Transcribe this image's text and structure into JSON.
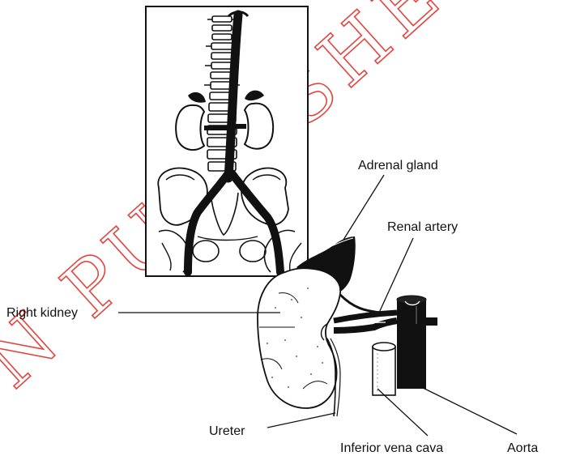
{
  "labels": {
    "adrenal_gland": "Adrenal gland",
    "renal_artery": "Renal artery",
    "right_kidney": "Right kidney",
    "ureter": "Ureter",
    "inferior_vena_cava": "Inferior vena cava",
    "aorta": "Aorta"
  },
  "watermark": {
    "text": "N PUBLISHE",
    "color": "#e0302a"
  },
  "colors": {
    "ink": "#111111",
    "background": "#ffffff"
  }
}
